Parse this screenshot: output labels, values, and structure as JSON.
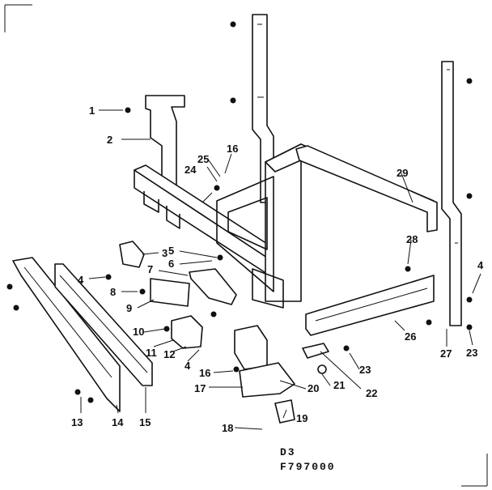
{
  "callouts": [
    "1",
    "2",
    "3",
    "4",
    "5",
    "6",
    "7",
    "8",
    "9",
    "10",
    "11",
    "12",
    "4",
    "13",
    "14",
    "15",
    "16",
    "17",
    "18",
    "19",
    "20",
    "21",
    "22",
    "23",
    "24",
    "25",
    "16",
    "26",
    "27",
    "28",
    "29",
    "4",
    "23"
  ],
  "caption": {
    "line1": "D3",
    "line2": "F797000"
  },
  "colors": {
    "ink": "#111111",
    "paper": "#ffffff"
  }
}
